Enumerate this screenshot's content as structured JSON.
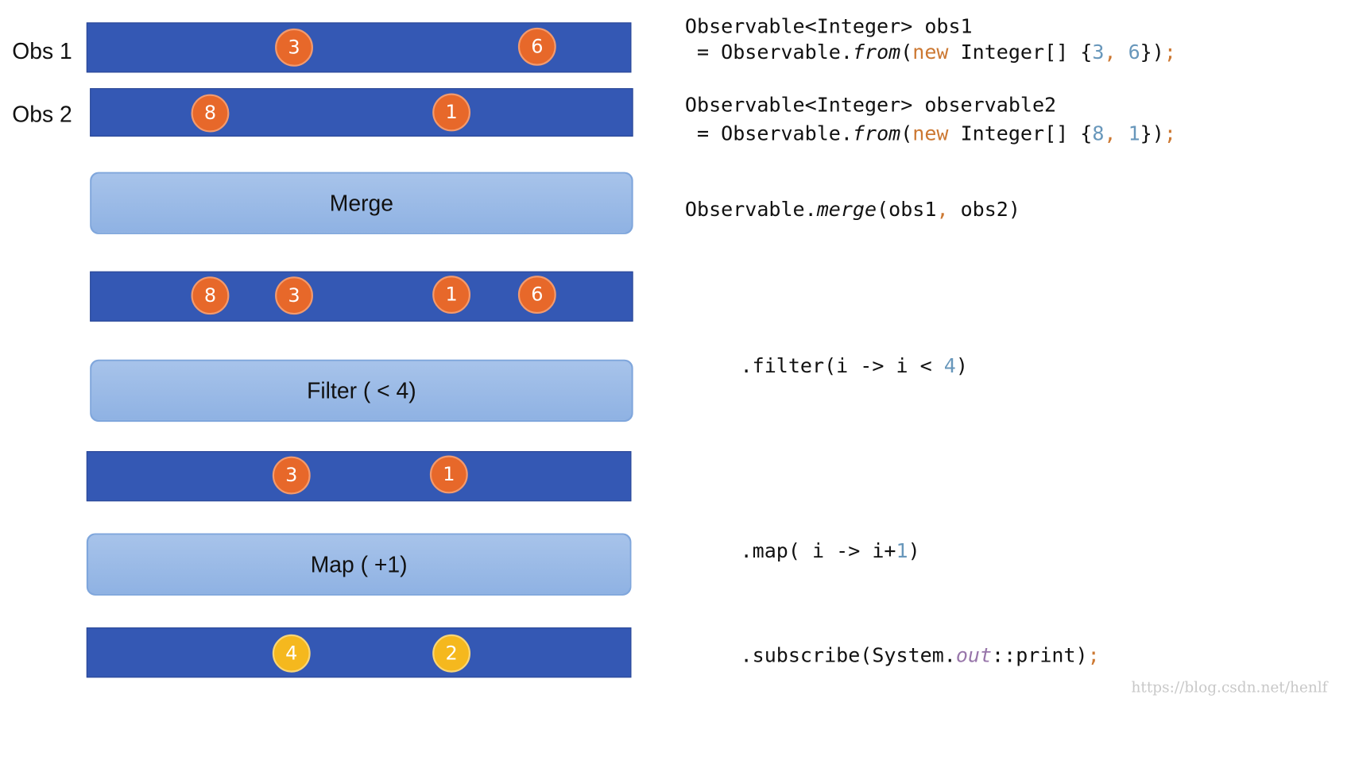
{
  "stream_labels": {
    "obs1": "Obs 1",
    "obs2": "Obs 2"
  },
  "operators": {
    "merge": "Merge",
    "filter": "Filter ( < 4)",
    "map": "Map ( +1)"
  },
  "marbles": {
    "obs1": [
      "3",
      "6"
    ],
    "obs2": [
      "8",
      "1"
    ],
    "merged": [
      "8",
      "3",
      "1",
      "6"
    ],
    "filtered": [
      "3",
      "1"
    ],
    "mapped": [
      "4",
      "2"
    ]
  },
  "colors": {
    "lane": "#3458b4",
    "operator_box": "#9ab9e6",
    "marble_orange": "#e7682a",
    "marble_yellow": "#f5b81e"
  },
  "code": {
    "line1": {
      "a": "Observable<Integer> obs1"
    },
    "line2": {
      "a": " = Observable.",
      "fn": "from",
      "b": "(",
      "kw": "new",
      "c": " Integer[] {",
      "n1": "3",
      "sep": ", ",
      "n2": "6",
      "d": "})",
      "semi": ";"
    },
    "line3": {
      "a": "Observable<Integer> observable2"
    },
    "line4": {
      "a": " = Observable.",
      "fn": "from",
      "b": "(",
      "kw": "new",
      "c": " Integer[] {",
      "n1": "8",
      "sep": ", ",
      "n2": "1",
      "d": "})",
      "semi": ";"
    },
    "line5": {
      "a": "Observable.",
      "fn": "merge",
      "b": "(obs1",
      "sep": ", ",
      "c": "obs2)"
    },
    "line6": {
      "a": ".filter(i -> i < ",
      "n": "4",
      "b": ")"
    },
    "line7": {
      "a": ".map( i -> i+",
      "n": "1",
      "b": ")"
    },
    "line8": {
      "a": ".subscribe(System.",
      "field": "out",
      "b": "::print)",
      "semi": ";"
    }
  },
  "watermark": "https://blog.csdn.net/henlf"
}
